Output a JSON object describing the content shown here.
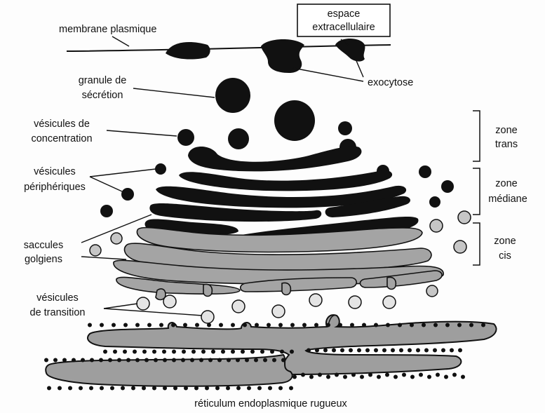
{
  "labels": {
    "membrane": "membrane plasmique",
    "espace_line1": "espace",
    "espace_line2": "extracellulaire",
    "exocytose": "exocytose",
    "granule_line1": "granule de",
    "granule_line2": "sécrétion",
    "concentration_line1": "vésicules de",
    "concentration_line2": "concentration",
    "peripheriques_line1": "vésicules",
    "peripheriques_line2": "périphériques",
    "saccules_line1": "saccules",
    "saccules_line2": "golgiens",
    "transition_line1": "vésicules",
    "transition_line2": "de transition",
    "zone_trans_line1": "zone",
    "zone_trans_line2": "trans",
    "zone_mediane_line1": "zone",
    "zone_mediane_line2": "médiane",
    "zone_cis_line1": "zone",
    "zone_cis_line2": "cis",
    "reticulum": "réticulum endoplasmique rugueux"
  },
  "colors": {
    "dark": "#111111",
    "grey_saccule": "#a4a4a4",
    "light_vesicle": "#e4e4e4",
    "outline": "#111111"
  }
}
